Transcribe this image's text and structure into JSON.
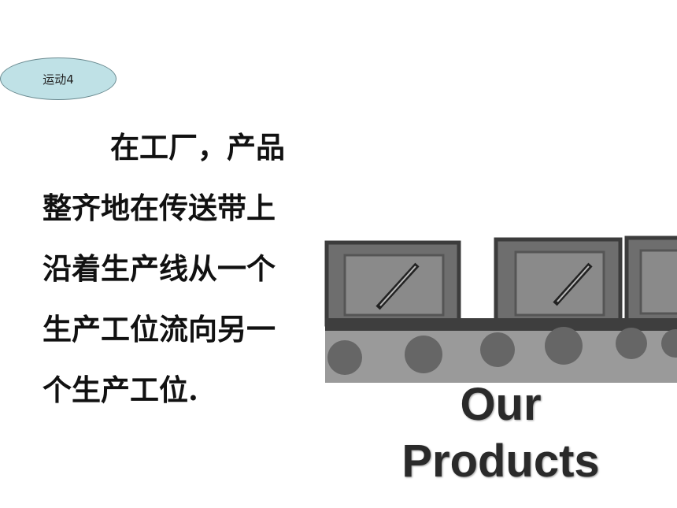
{
  "badge": {
    "label": "运动4"
  },
  "paragraph": {
    "lines": [
      "在工厂，产品",
      "整齐地在传送带上",
      "沿着生产线从一个",
      "生产工位流向另一",
      "个生产工位."
    ]
  },
  "graphic": {
    "caption_line1": "Our",
    "caption_line2": "Products",
    "icon": "conveyor-belt-boxes"
  },
  "colors": {
    "badge_fill": "#bfe1e6",
    "box": "#7a7a7a",
    "belt": "#4a4a4a"
  }
}
